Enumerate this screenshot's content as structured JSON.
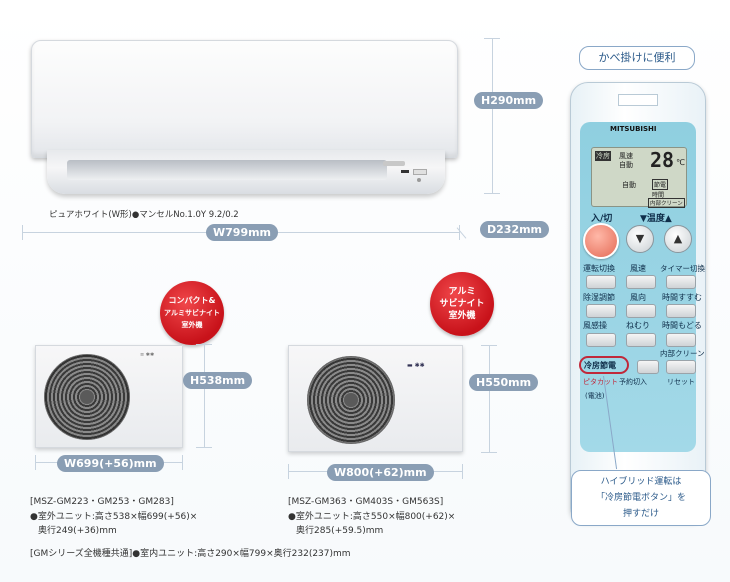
{
  "indoor": {
    "color_model": "ピュアホワイト(W形)●マンセルNo.1.0Y 9.2/0.2",
    "height": "H290mm",
    "width": "W799mm",
    "depth": "D232mm",
    "brand_mark": "MITSUBISHI"
  },
  "outdoor_left": {
    "badge": [
      "コンパクト&",
      "アルミサビナイト",
      "室外機"
    ],
    "height": "H538mm",
    "width": "W699(+56)mm",
    "models": "[MSZ-GM223・GM253・GM283]",
    "spec_line1": "●室外ユニット:高さ538×幅699(+56)×",
    "spec_line2": "奥行249(+36)mm"
  },
  "outdoor_right": {
    "badge": [
      "アルミ",
      "サビナイト",
      "室外機"
    ],
    "height": "H550mm",
    "width": "W800(+62)mm",
    "models": "[MSZ-GM363・GM403S・GM563S]",
    "spec_line1": "●室外ユニット:高さ550×幅800(+62)×",
    "spec_line2": "奥行285(+59.5)mm"
  },
  "common": "[GMシリーズ全機種共通]●室内ユニット:高さ290×幅799×奥行232(237)mm",
  "remote": {
    "top_callout": "かべ掛けに便利",
    "brand": "MITSUBISHI",
    "lcd_temp": "28",
    "lcd_unit": "℃",
    "lcd_mode": "冷房",
    "lcd_fan": "風速",
    "lcd_auto": "自動",
    "lcd_auto2": "自動",
    "lcd_save": "節電",
    "lcd_clean": "内部クリーン",
    "lcd_timer": "時間",
    "power_label": "入/切",
    "temp_label": "▼温度▲",
    "buttons": [
      [
        "運転切換",
        "風速",
        "タイマー切換"
      ],
      [
        "除湿調節",
        "風向",
        "時間すすむ"
      ],
      [
        "風感操",
        "ねむり",
        "時間もどる"
      ],
      [
        "",
        "",
        "内部クリーン"
      ]
    ],
    "save_button": "冷房節電",
    "pita": "ピタカット",
    "pita2": "(電池)",
    "cancel": "予約切入",
    "reset": "リセット",
    "bottom_callout": [
      "ハイブリッド運転は",
      "「冷房節電ボタン」を",
      "押すだけ"
    ]
  }
}
